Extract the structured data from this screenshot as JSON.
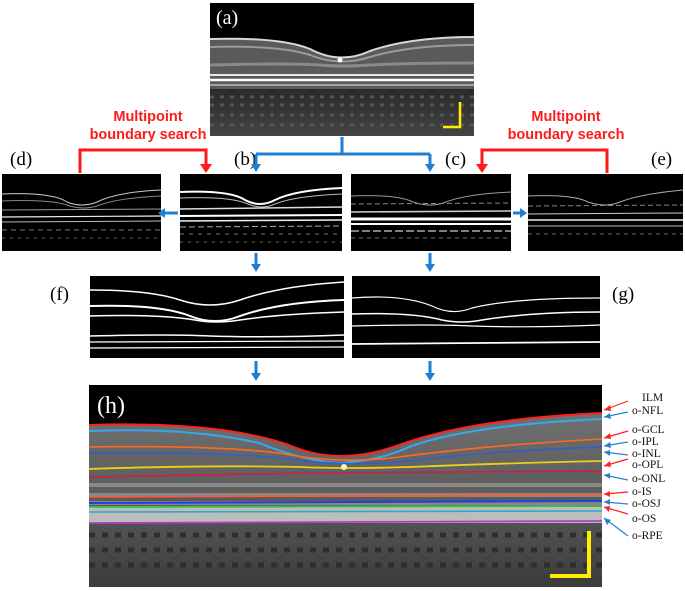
{
  "panels": {
    "a": "(a)",
    "b": "(b)",
    "c": "(c)",
    "d": "(d)",
    "e": "(e)",
    "f": "(f)",
    "g": "(g)",
    "h": "(h)"
  },
  "multipoint_search": {
    "left": [
      "Multipoint",
      "boundary search"
    ],
    "right": [
      "Multipoint",
      "boundary search"
    ]
  },
  "layers": [
    {
      "label": "ILM",
      "arrow_color": "#ff2020"
    },
    {
      "label": "o-NFL",
      "arrow_color": "#2a80d0"
    },
    {
      "label": "o-GCL",
      "arrow_color": "#ff2020"
    },
    {
      "label": "o-IPL",
      "arrow_color": "#2a80d0"
    },
    {
      "label": "o-INL",
      "arrow_color": "#2a80d0"
    },
    {
      "label": "o-OPL",
      "arrow_color": "#ff2020"
    },
    {
      "label": "o-ONL",
      "arrow_color": "#2a80d0"
    },
    {
      "label": "o-IS",
      "arrow_color": "#ff2020"
    },
    {
      "label": "o-OSJ",
      "arrow_color": "#2a80d0"
    },
    {
      "label": "o-OS",
      "arrow_color": "#ff2020"
    },
    {
      "label": "o-RPE",
      "arrow_color": "#2a80d0"
    }
  ],
  "colors": {
    "flow_arrow": "#1f7fd2",
    "search_arrow": "#ff1a1a",
    "scale_bar": "#ffee00"
  }
}
